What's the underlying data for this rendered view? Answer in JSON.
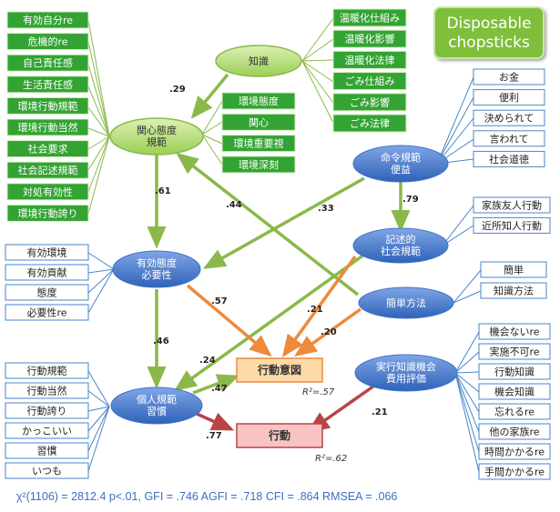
{
  "title": "Disposable chopsticks",
  "fit_stats": "χ²(1106) = 2812.4 p<.01, GFI = .746 AGFI = .718  CFI = .864 RMSEA = .066",
  "latent": {
    "knowledge": "知識",
    "concern": [
      "関心態度",
      "規範"
    ],
    "injunctive": [
      "命令規範",
      "便益"
    ],
    "descriptive": [
      "記述的",
      "社会規範"
    ],
    "efficacy": [
      "有効態度",
      "必要性"
    ],
    "easy": "簡単方法",
    "cost": [
      "実行知識機会",
      "費用評価"
    ],
    "personal": [
      "個人規範",
      "習慣"
    ]
  },
  "outcomes": {
    "intention": "行動意図",
    "behavior": "行動",
    "r2_intention": "R²=.57",
    "r2_behavior": "R²=.62"
  },
  "items": {
    "knowledge": [
      "温暖化仕組み",
      "温暖化影響",
      "温暖化法律",
      "ごみ仕組み",
      "ごみ影響",
      "ごみ法律"
    ],
    "concern_left": [
      "有効自分re",
      "危機的re",
      "自己責任感",
      "生活責任感",
      "環境行動規範",
      "環境行動当然",
      "社会要求",
      "社会記述規範",
      "対処有効性",
      "環境行動誇り"
    ],
    "concern_right": [
      "環境態度",
      "関心",
      "環境重要視",
      "環境深刻"
    ],
    "injunctive": [
      "お金",
      "便利",
      "決められて",
      "言われて",
      "社会道徳"
    ],
    "descriptive": [
      "家族友人行動",
      "近所知人行動"
    ],
    "efficacy": [
      "有効環境",
      "有効貢献",
      "態度",
      "必要性re"
    ],
    "easy": [
      "簡単",
      "知識方法"
    ],
    "cost": [
      "機会ないre",
      "実施不可re",
      "行動知識",
      "機会知識",
      "忘れるre",
      "他の家族re",
      "時間かかるre",
      "手間かかるre"
    ],
    "personal": [
      "行動規範",
      "行動当然",
      "行動誇り",
      "かっこいい",
      "習慣",
      "いつも"
    ]
  },
  "paths": {
    "knowledge_concern": ".29",
    "concern_efficacy": ".61",
    "concern_easy": ".44",
    "injunctive_descriptive": ".79",
    "injunctive_efficacy": ".33",
    "efficacy_intention": ".57",
    "efficacy_personal": ".46",
    "descriptive_intention": ".21",
    "descriptive_personal": ".24",
    "easy_intention": ".20",
    "personal_intention": ".47",
    "personal_behavior": ".77",
    "cost_behavior": ".21"
  },
  "colors": {
    "green_box": "#33a333",
    "blue_box_border": "#4a86c8",
    "oval_blue": "#3f74c9",
    "oval_green": "#a9d66a",
    "arrow_green": "#8ab94a",
    "arrow_orange": "#ee8a3c",
    "arrow_red": "#b84545",
    "intention_fill": "#ffd9a8",
    "behavior_fill": "#f7c3c3"
  }
}
